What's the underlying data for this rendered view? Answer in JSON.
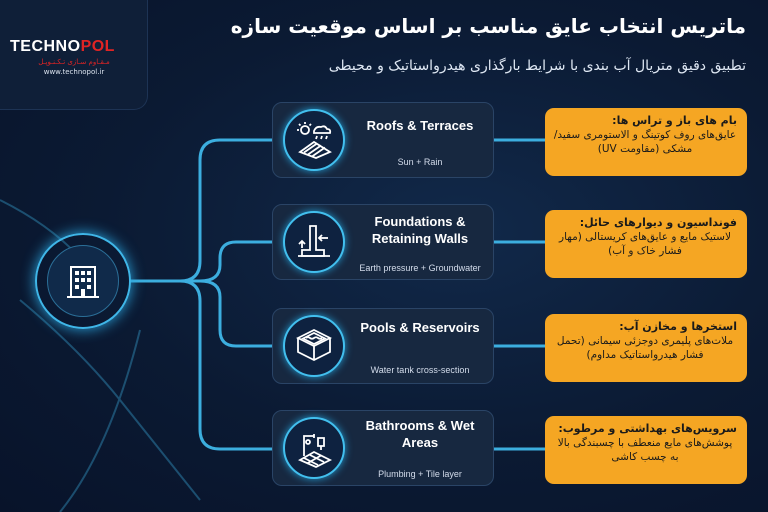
{
  "brand": {
    "name_part1": "TECHNO",
    "name_part2": "POL",
    "tagline": "مـقـاوم سـازی تـکـنـوپـل",
    "url": "www.technopol.ir"
  },
  "header": {
    "title": "ماتریس انتخاب عایق مناسب بر اساس موقعیت سازه",
    "subtitle": "تطبیق دقیق متریال آب بندی با شرایط بارگذاری هیدرواستاتیک و محیطی"
  },
  "categories": [
    {
      "title": "Roofs & Terraces",
      "caption": "Sun + Rain",
      "icon": "roof-sun-rain-icon",
      "note_heading": "بام های باز و تراس ها:",
      "note_body": "عایق‌های روف کوتینگ و الاستومری سفید/مشکی (مقاومت UV)"
    },
    {
      "title": "Foundations & Retaining Walls",
      "caption": "Earth pressure + Groundwater",
      "icon": "retaining-wall-icon",
      "note_heading": "فونداسیون و دیوارهای حائل:",
      "note_body": "لاستیک مایع و عایق‌های کریستالی (مهار فشار خاک و آب)"
    },
    {
      "title": "Pools & Reservoirs",
      "caption": "Water tank cross-section",
      "icon": "water-tank-icon",
      "note_heading": "استخرها و مخازن آب:",
      "note_body": "ملات‌های پلیمری دوجزئی سیمانی (تحمل فشار هیدرواستاتیک مداوم)"
    },
    {
      "title": "Bathrooms & Wet Areas",
      "caption": "Plumbing + Tile layer",
      "icon": "bathroom-plumbing-icon",
      "note_heading": "سرویس‌های بهداشتی و مرطوب:",
      "note_body": "پوشش‌های مایع منعطف با چسبندگی بالا به چسب کاشی"
    }
  ],
  "hub": {
    "icon": "building-icon"
  },
  "colors": {
    "background": "#0b1a33",
    "accent_cyan": "#3fb6e8",
    "note_orange": "#f5a623",
    "brand_red": "#e02424",
    "card_bg": "#172840"
  }
}
